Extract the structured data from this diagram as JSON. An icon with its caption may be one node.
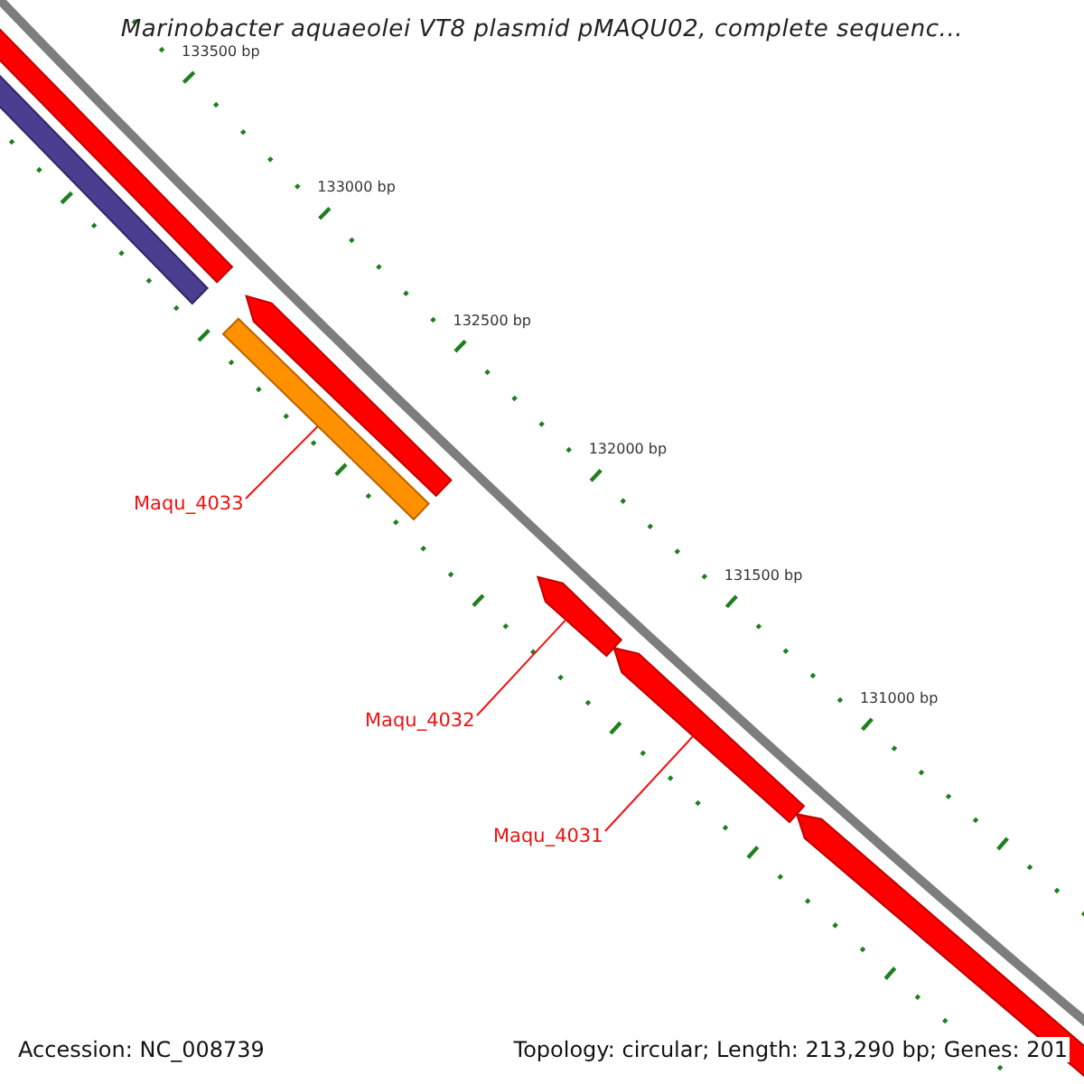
{
  "diagram": {
    "title": "Marinobacter aquaeolei VT8 plasmid pMAQU02, complete sequenc...",
    "nodes": [
      {
        "text": [
          "Maqu_4033"
        ]
      },
      {
        "text": [],
        "shape": "bar"
      },
      {
        "text": [
          "Maqu_4032"
        ]
      },
      {
        "text": [],
        "shape": "bar"
      },
      {
        "text": [
          "Maqu_4031"
        ]
      },
      {
        "text": [],
        "shape": "bar"
      }
    ],
    "edges": [
      {
        "from": 0,
        "to": 1,
        "arrow": "none"
      },
      {
        "from": 2,
        "to": 3,
        "arrow": "none"
      },
      {
        "from": 4,
        "to": 5,
        "arrow": "none"
      }
    ],
    "labels": [
      "133500 bp",
      "133000 bp",
      "132500 bp",
      "132000 bp",
      "131500 bp",
      "131000 bp",
      "Accession: NC_008739",
      "Topology: circular; Length: 213,290 bp; Genes: 201"
    ]
  }
}
